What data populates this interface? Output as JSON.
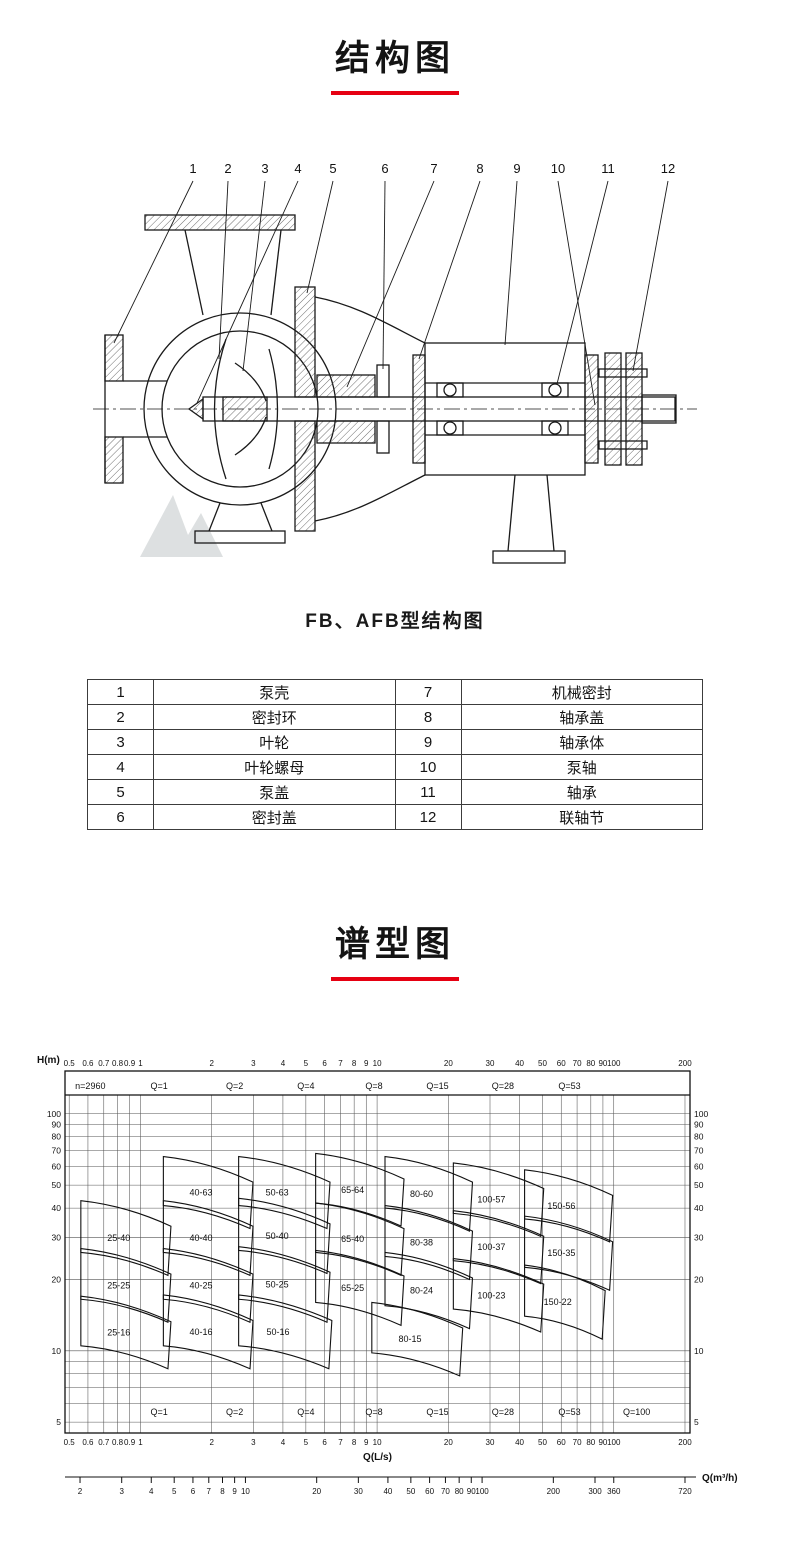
{
  "page": {
    "background": "#ffffff",
    "accent_red": "#e60012"
  },
  "structure_section": {
    "title": "结构图"
  },
  "diagram": {
    "caption": "FB、AFB型结构图",
    "callouts": [
      "1",
      "2",
      "3",
      "4",
      "5",
      "6",
      "7",
      "8",
      "9",
      "10",
      "11",
      "12"
    ]
  },
  "parts_table": {
    "rows": [
      [
        "1",
        "泵壳",
        "7",
        "机械密封"
      ],
      [
        "2",
        "密封环",
        "8",
        "轴承盖"
      ],
      [
        "3",
        "叶轮",
        "9",
        "轴承体"
      ],
      [
        "4",
        "叶轮螺母",
        "10",
        "泵轴"
      ],
      [
        "5",
        "泵盖",
        "11",
        "轴承"
      ],
      [
        "6",
        "密封盖",
        "12",
        "联轴节"
      ]
    ]
  },
  "spectrum_section": {
    "title": "谱型图"
  },
  "chart_data": {
    "type": "area",
    "title": "谱型图",
    "speed_label": "n=2960",
    "ylabel": "H(m)",
    "xlabel": "Q(L/s)",
    "x2label": "Q(m³/h)",
    "x_scale": "log",
    "y_scale": "log",
    "xlim": [
      0.48,
      210
    ],
    "ylim": [
      4.5,
      120
    ],
    "x_ticks": [
      "0.5",
      "0.6",
      "0.7",
      "0.8",
      "0.9",
      "1",
      "2",
      "3",
      "4",
      "5",
      "6",
      "7",
      "8",
      "9",
      "10",
      "20",
      "30",
      "40",
      "50",
      "60",
      "70",
      "80",
      "90",
      "100",
      "200"
    ],
    "y_ticks": [
      "100",
      "90",
      "80",
      "70",
      "60",
      "50",
      "40",
      "30",
      "20",
      "10",
      "5"
    ],
    "y_grid": [
      5,
      6,
      7,
      8,
      9,
      10,
      20,
      30,
      40,
      50,
      60,
      70,
      80,
      90,
      100
    ],
    "x2_ticks": [
      "2",
      "3",
      "4",
      "5",
      "6",
      "7",
      "8",
      "9",
      "10",
      "20",
      "30",
      "40",
      "50",
      "60",
      "70",
      "80",
      "90",
      "100",
      "200",
      "300",
      "360",
      "720"
    ],
    "x2_factor": 3.6,
    "header_labels": [
      {
        "text": "n=2960",
        "q": 0.53,
        "anchor": "start"
      },
      {
        "text": "Q=1",
        "q": 1.2
      },
      {
        "text": "Q=2",
        "q": 2.5
      },
      {
        "text": "Q=4",
        "q": 5.0
      },
      {
        "text": "Q=8",
        "q": 9.7
      },
      {
        "text": "Q=15",
        "q": 18
      },
      {
        "text": "Q=28",
        "q": 34
      },
      {
        "text": "Q=53",
        "q": 65
      }
    ],
    "footer_labels": [
      {
        "text": "Q=1",
        "q": 1.2
      },
      {
        "text": "Q=2",
        "q": 2.5
      },
      {
        "text": "Q=4",
        "q": 5.0
      },
      {
        "text": "Q=8",
        "q": 9.7
      },
      {
        "text": "Q=15",
        "q": 18
      },
      {
        "text": "Q=28",
        "q": 34
      },
      {
        "text": "Q=53",
        "q": 65
      },
      {
        "text": "Q=100",
        "q": 125
      }
    ],
    "regions": [
      {
        "label": "40-63",
        "q": [
          1.25,
          2.6
        ],
        "h": [
          41,
          66
        ]
      },
      {
        "label": "50-63",
        "q": [
          2.6,
          5.5
        ],
        "h": [
          41,
          66
        ]
      },
      {
        "label": "65-64",
        "q": [
          5.5,
          11.3
        ],
        "h": [
          42,
          68
        ]
      },
      {
        "label": "80-60",
        "q": [
          10.8,
          22
        ],
        "h": [
          40,
          66
        ]
      },
      {
        "label": "100-57",
        "q": [
          21,
          44
        ],
        "h": [
          38,
          62
        ]
      },
      {
        "label": "150-56",
        "q": [
          42,
          86
        ],
        "h": [
          36,
          58
        ]
      },
      {
        "label": "25-40",
        "q": [
          0.56,
          1.17
        ],
        "h": [
          26,
          43
        ]
      },
      {
        "label": "40-40",
        "q": [
          1.25,
          2.6
        ],
        "h": [
          26,
          43
        ]
      },
      {
        "label": "50-40",
        "q": [
          2.6,
          5.5
        ],
        "h": [
          26.5,
          44
        ]
      },
      {
        "label": "65-40",
        "q": [
          5.5,
          11.3
        ],
        "h": [
          26,
          42
        ]
      },
      {
        "label": "80-38",
        "q": [
          10.8,
          22
        ],
        "h": [
          25,
          41
        ]
      },
      {
        "label": "100-37",
        "q": [
          21,
          44
        ],
        "h": [
          24,
          39
        ]
      },
      {
        "label": "150-35",
        "q": [
          42,
          86
        ],
        "h": [
          22.5,
          37
        ]
      },
      {
        "label": "25-25",
        "q": [
          0.56,
          1.17
        ],
        "h": [
          16.5,
          27
        ]
      },
      {
        "label": "40-25",
        "q": [
          1.25,
          2.6
        ],
        "h": [
          16.5,
          27
        ]
      },
      {
        "label": "50-25",
        "q": [
          2.6,
          5.5
        ],
        "h": [
          16.5,
          27.5
        ]
      },
      {
        "label": "65-25",
        "q": [
          5.5,
          11.3
        ],
        "h": [
          16,
          26.5
        ]
      },
      {
        "label": "80-24",
        "q": [
          10.8,
          22
        ],
        "h": [
          15.5,
          26
        ]
      },
      {
        "label": "100-23",
        "q": [
          21,
          44
        ],
        "h": [
          15,
          24.5
        ]
      },
      {
        "label": "150-22",
        "q": [
          42,
          80
        ],
        "h": [
          14,
          23
        ]
      },
      {
        "label": "25-16",
        "q": [
          0.56,
          1.17
        ],
        "h": [
          10.5,
          17
        ]
      },
      {
        "label": "40-16",
        "q": [
          1.25,
          2.6
        ],
        "h": [
          10.5,
          17.2
        ]
      },
      {
        "label": "50-16",
        "q": [
          2.6,
          5.6
        ],
        "h": [
          10.5,
          17.2
        ]
      },
      {
        "label": "80-15",
        "q": [
          9.5,
          20
        ],
        "h": [
          9.8,
          16
        ]
      }
    ]
  }
}
